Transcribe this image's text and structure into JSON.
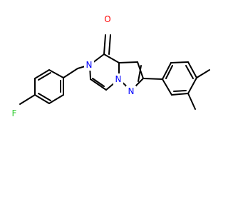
{
  "molecule": {
    "colors": {
      "bond": "#000000",
      "oxygen": "#ff0000",
      "nitrogen": "#0000ff",
      "fluorine": "#33cc33",
      "background": "#ffffff"
    },
    "atom_labels": {
      "oxygen": "O",
      "ring_nitrogen": "N",
      "bridgehead_nitrogen": "N",
      "pyrazole_nitrogen": "N",
      "fluorine": "F"
    }
  }
}
